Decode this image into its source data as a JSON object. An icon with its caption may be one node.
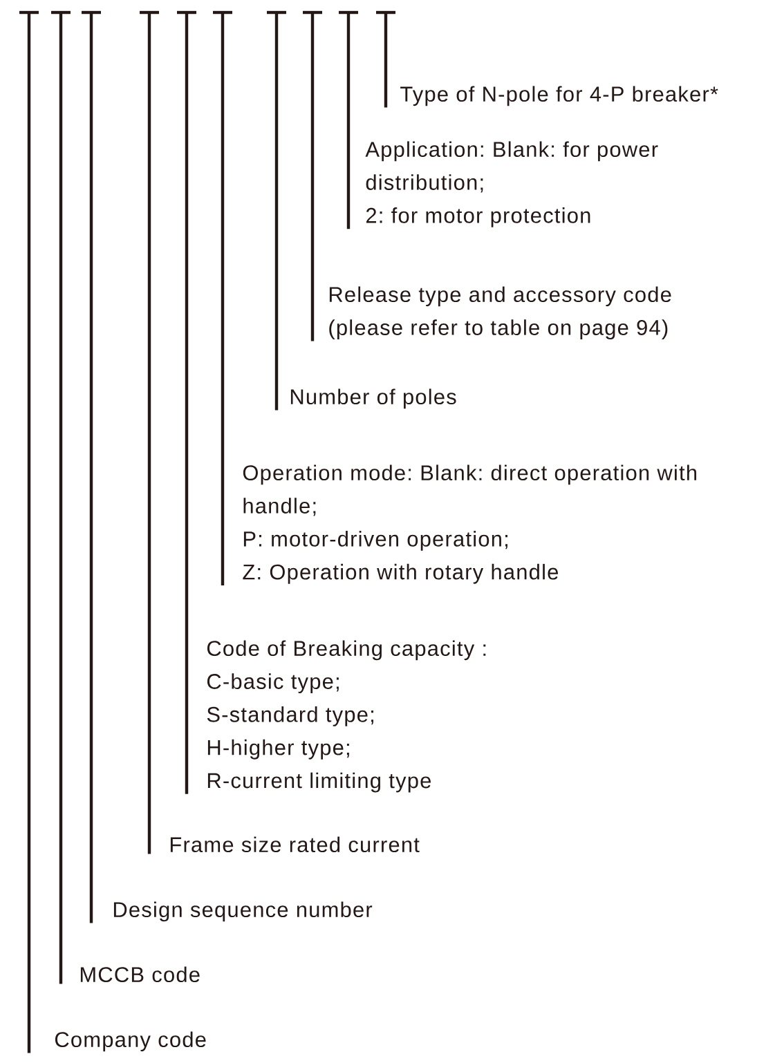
{
  "diagram": {
    "nodes": [
      {
        "text": [
          "Type of N-pole for 4-P breaker*"
        ]
      },
      {
        "text": [
          "Application: Blank: for power distribution;",
          "2: for motor protection"
        ]
      },
      {
        "text": [
          "Release type and accessory code (please refer to table on page 94)"
        ]
      },
      {
        "text": [
          "Number of poles"
        ]
      },
      {
        "text": [
          "Operation mode: Blank: direct operation with handle;",
          "P: motor-driven operation;",
          "Z: Operation with rotary handle"
        ]
      },
      {
        "text": [
          "Code of Breaking capacity :",
          "C-basic type;",
          "S-standard type;",
          "H-higher type;",
          "R-current limiting type"
        ]
      },
      {
        "text": [
          "Frame size rated current"
        ]
      },
      {
        "text": [
          "Design sequence number"
        ]
      },
      {
        "text": [
          "MCCB code"
        ]
      },
      {
        "text": [
          "Company code"
        ]
      }
    ],
    "edges": [
      {
        "from": 0,
        "to": null,
        "arrow": "none"
      },
      {
        "from": 1,
        "to": null,
        "arrow": "none"
      },
      {
        "from": 2,
        "to": null,
        "arrow": "none"
      },
      {
        "from": 3,
        "to": null,
        "arrow": "none"
      },
      {
        "from": 4,
        "to": null,
        "arrow": "none"
      },
      {
        "from": 5,
        "to": null,
        "arrow": "none"
      },
      {
        "from": 6,
        "to": null,
        "arrow": "none"
      },
      {
        "from": 7,
        "to": null,
        "arrow": "none"
      },
      {
        "from": 8,
        "to": null,
        "arrow": "none"
      },
      {
        "from": 9,
        "to": null,
        "arrow": "none"
      }
    ]
  }
}
